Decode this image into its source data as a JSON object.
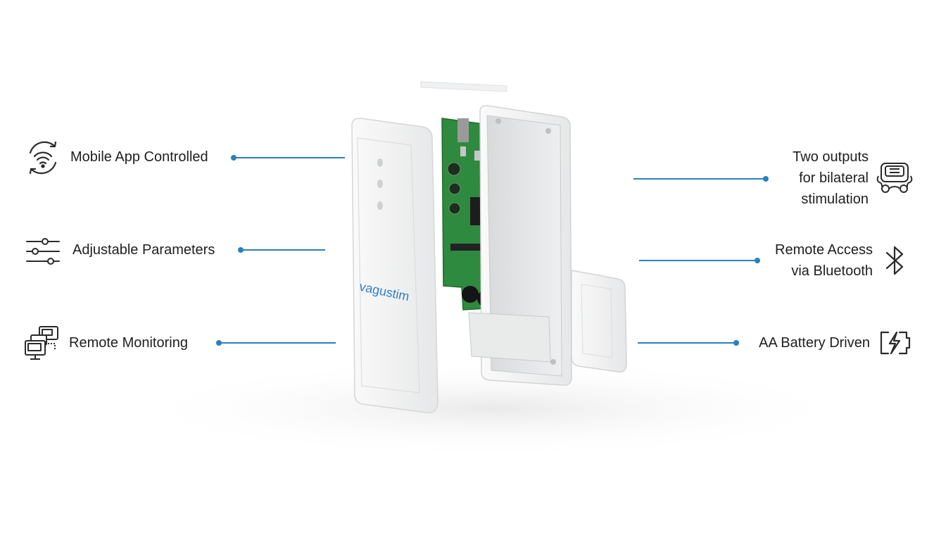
{
  "features_left": [
    {
      "label": "Mobile App Controlled",
      "icon": "wireless-app-icon"
    },
    {
      "label": "Adjustable Parameters",
      "icon": "sliders-icon"
    },
    {
      "label": "Remote Monitoring",
      "icon": "monitors-icon"
    }
  ],
  "features_right": [
    {
      "lines": [
        "Two outputs",
        "for bilateral",
        "stimulation"
      ],
      "icon": "bilateral-device-icon"
    },
    {
      "lines": [
        "Remote Access",
        "via Bluetooth"
      ],
      "icon": "bluetooth-icon"
    },
    {
      "lines": [
        "AA Battery Driven"
      ],
      "icon": "battery-icon"
    }
  ],
  "device": {
    "brand": "vagustim"
  },
  "colors": {
    "accent": "#2a7fc0",
    "pcb": "#2e8a3e",
    "shell": "#f3f4f5"
  }
}
